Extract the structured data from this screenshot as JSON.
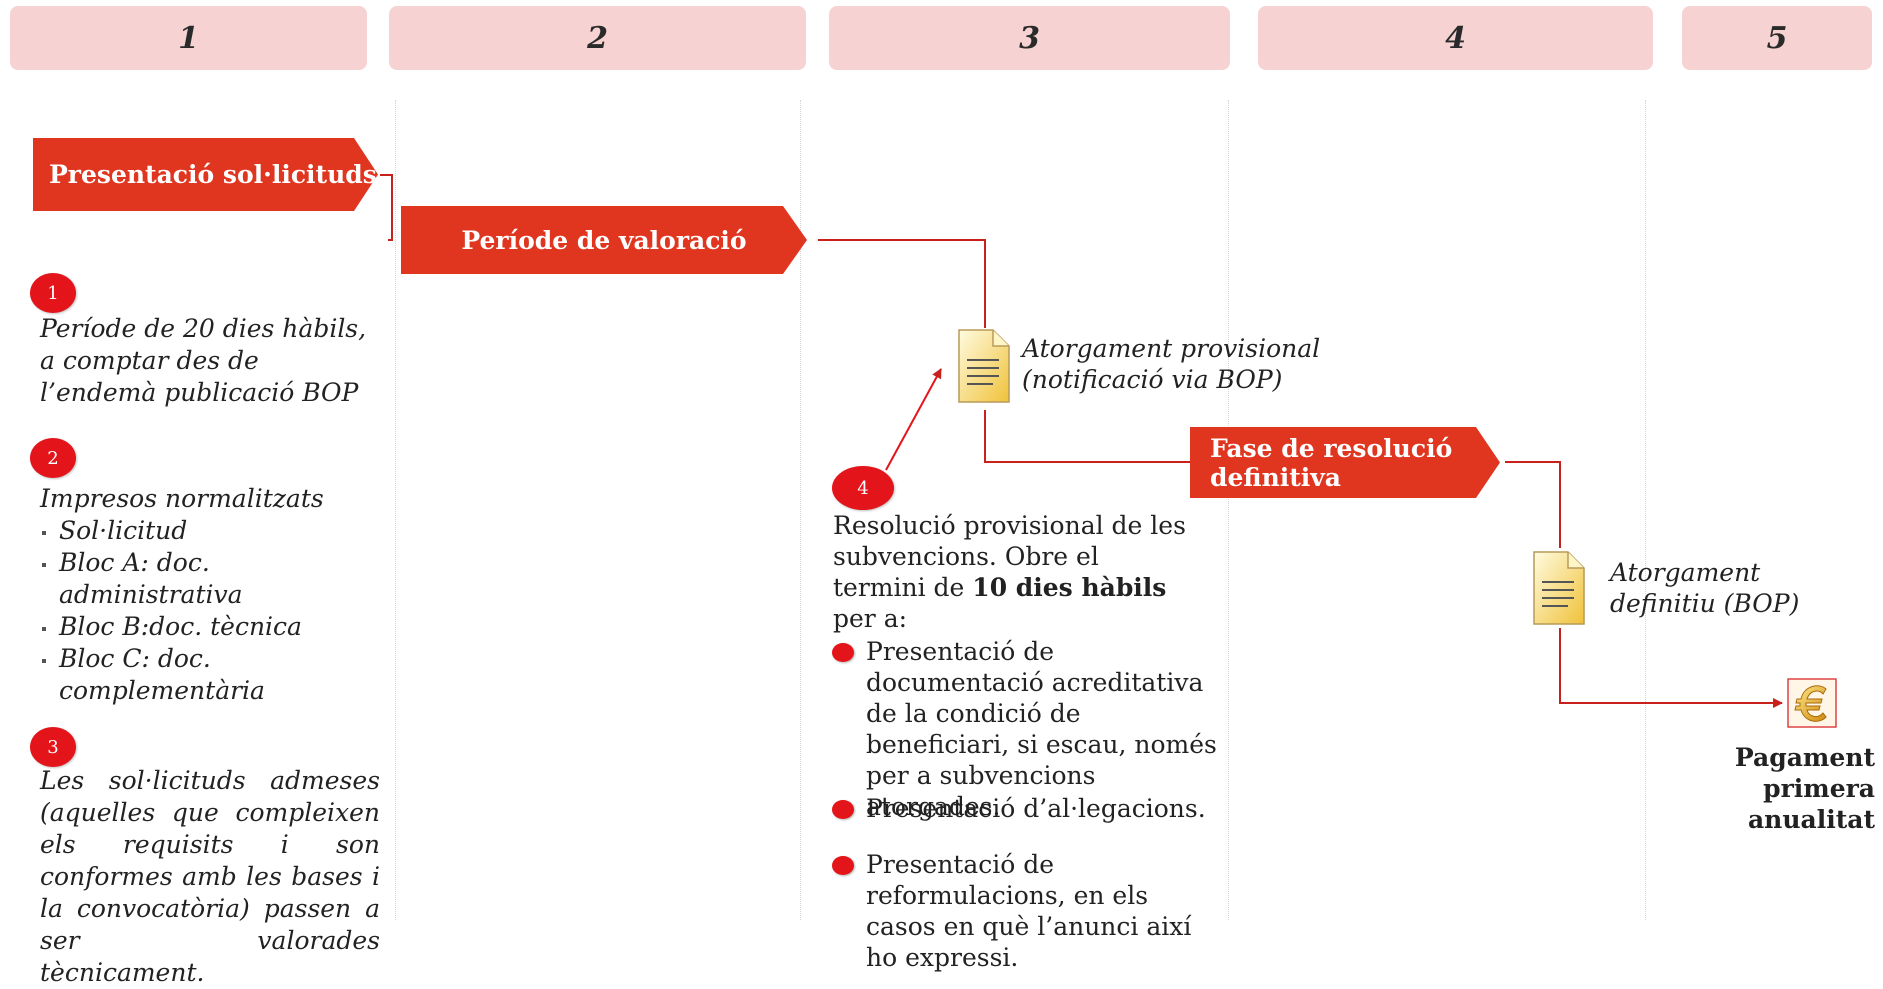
{
  "columns": [
    "1",
    "2",
    "3",
    "4",
    "5"
  ],
  "colors": {
    "header_bg": "#f6d2d2",
    "banner": "#e0351f",
    "badge": "#e4141b",
    "connector": "#c8201a"
  },
  "phases": {
    "presentacio": "Presentació sol·licituds",
    "valoracio": "Període de valoració",
    "resolucio_line1": "Fase de resolució",
    "resolucio_line2": "definitiva"
  },
  "notes": {
    "n1_badge": "1",
    "n1_text": "Període de 20 dies hàbils, a comptar des de l’endemà publicació BOP",
    "n2_badge": "2",
    "n2_title": "Impresos normalitzats",
    "n2_items": [
      "Sol·licitud",
      "Bloc A: doc. administrativa",
      "Bloc B:doc. tècnica",
      "Bloc C: doc. complementària"
    ],
    "n3_badge": "3",
    "n3_text": "Les sol·licituds admeses (aquelles que compleixen els requisits i son conformes amb les bases i la convocatòria) passen a ser valorades tècnicament.",
    "n4_badge": "4",
    "n4_text_a": "Resolució provisional de les subvencions. Obre el termini de ",
    "n4_text_bold": "10 dies hàbils",
    "n4_text_b": " per a:",
    "n4_items": [
      "Presentació de documentació acreditativa de la condició de beneficiari, si escau, només per a subvencions atorgades.",
      "Presentació d’al·legacions.",
      "Presentació de reformulacions, en els casos en què l’anunci així ho expressi."
    ]
  },
  "milestones": {
    "provisional_line1": "Atorgament provisional",
    "provisional_line2": "(notificació via BOP)",
    "definitiu_line1": "Atorgament",
    "definitiu_line2": "definitiu (BOP)",
    "pagament": [
      "Pagament",
      "primera",
      "anualitat"
    ]
  },
  "icons": {
    "document": "document-icon",
    "euro": "euro-icon"
  }
}
